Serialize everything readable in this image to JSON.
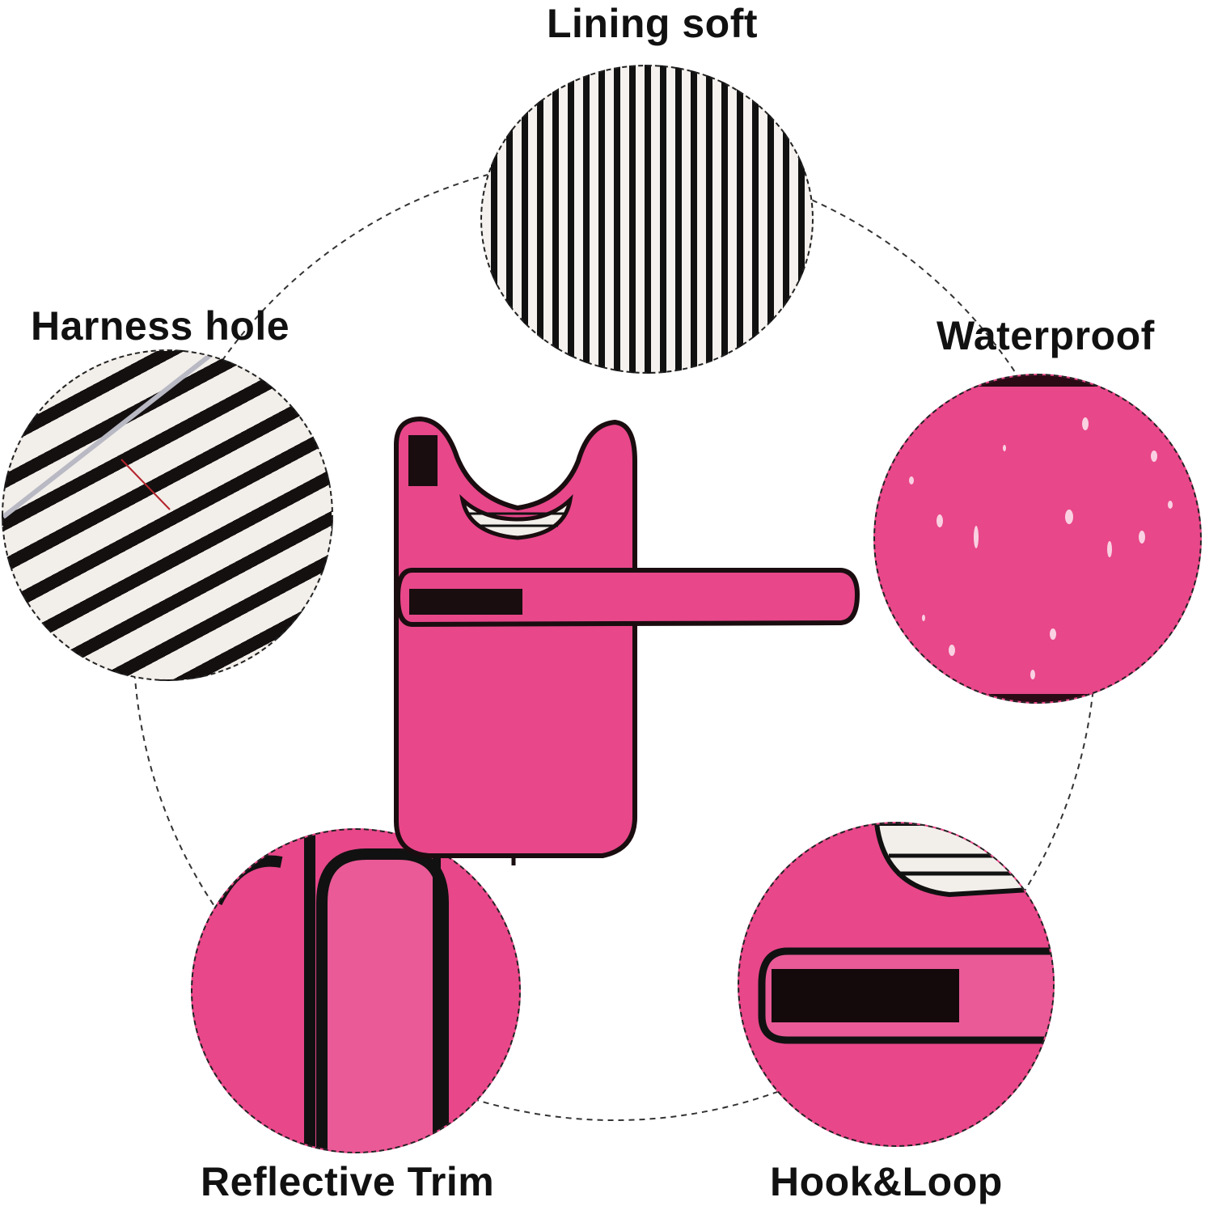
{
  "features": [
    {
      "id": "lining",
      "label": "Lining soft"
    },
    {
      "id": "harness",
      "label": "Harness hole"
    },
    {
      "id": "waterproof",
      "label": "Waterproof"
    },
    {
      "id": "reflective",
      "label": "Reflective Trim"
    },
    {
      "id": "hookloop",
      "label": "Hook&Loop"
    }
  ],
  "colors": {
    "coat_pink": "#e8478a",
    "trim": "#1a0d10",
    "stripe_dark": "#111111",
    "stripe_light": "#f4f1ee"
  }
}
